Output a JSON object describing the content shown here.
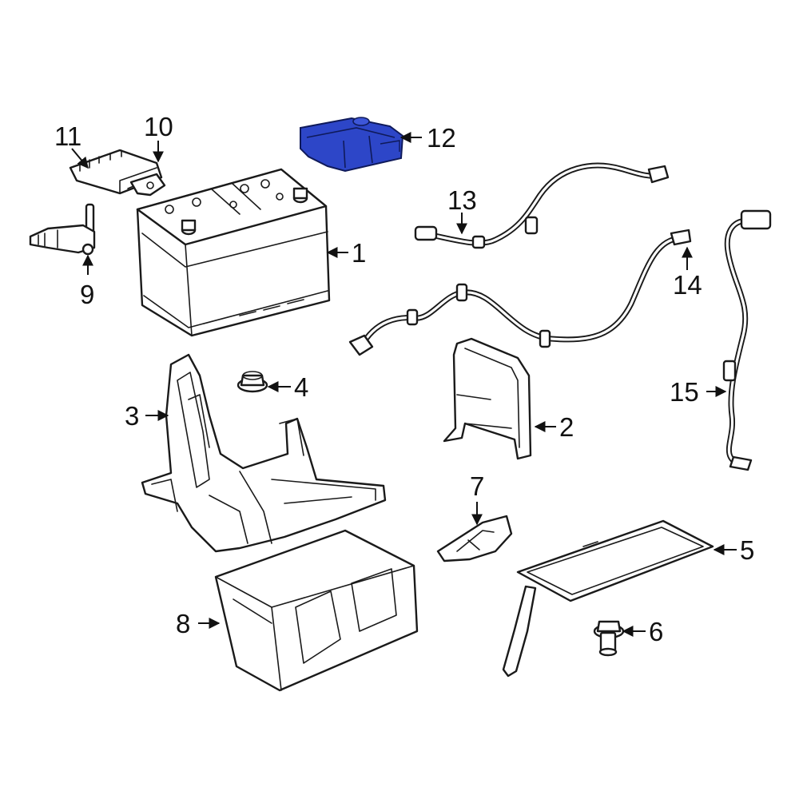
{
  "callouts": [
    {
      "id": "1",
      "label": "1"
    },
    {
      "id": "2",
      "label": "2"
    },
    {
      "id": "3",
      "label": "3"
    },
    {
      "id": "4",
      "label": "4"
    },
    {
      "id": "5",
      "label": "5"
    },
    {
      "id": "6",
      "label": "6"
    },
    {
      "id": "7",
      "label": "7"
    },
    {
      "id": "8",
      "label": "8"
    },
    {
      "id": "9",
      "label": "9"
    },
    {
      "id": "10",
      "label": "10"
    },
    {
      "id": "11",
      "label": "11"
    },
    {
      "id": "12",
      "label": "12"
    },
    {
      "id": "13",
      "label": "13"
    },
    {
      "id": "14",
      "label": "14"
    },
    {
      "id": "15",
      "label": "15"
    }
  ],
  "colors": {
    "highlight_part": "#2d46c8",
    "line": "#1a1a1a",
    "background": "#ffffff"
  },
  "highlighted_callout": "12"
}
